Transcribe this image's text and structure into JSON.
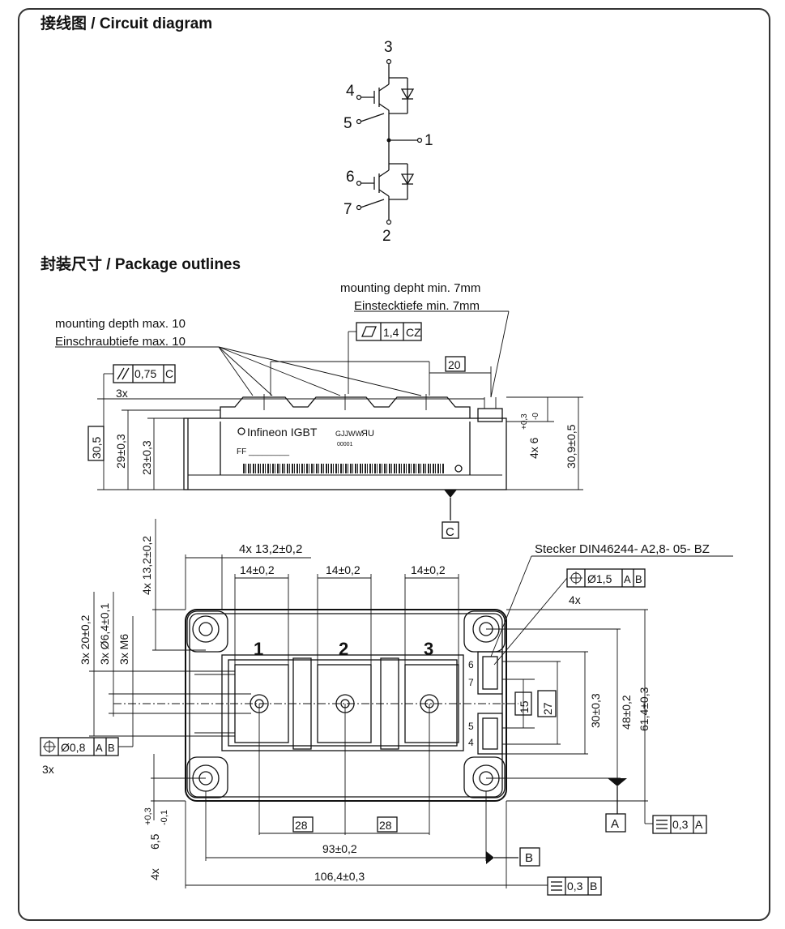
{
  "headings": {
    "circuit": "接线图 / Circuit diagram",
    "package": "封装尺寸 / Package outlines"
  },
  "circuit_pins": [
    "3",
    "4",
    "5",
    "1",
    "6",
    "7",
    "2"
  ],
  "side_view": {
    "mounting_depth_top_en": "mounting depht min. 7mm",
    "mounting_depth_top_de": "Einstecktiefe min. 7mm",
    "mounting_depth_en": "mounting depth max. 10",
    "mounting_depth_de": "Einschraubtiefe max. 10",
    "flatness_value": "1,4",
    "flatness_ref": "CZ",
    "parallel_value": "0,75",
    "parallel_ref": "C",
    "count_3x": "3x",
    "dim_20": "20",
    "dim_30_5": "30,5",
    "dim_29": "29±0,3",
    "dim_23": "23±0,3",
    "dim_6": "4x 6",
    "dim_6_tol_upper": "+0,3",
    "dim_6_tol_lower": "-0",
    "dim_30_9": "30,9±0,5",
    "datum_c": "C",
    "brand": "Infineon IGBT",
    "code1": "GJJWW",
    "code2": "00001",
    "marking": "FF _________"
  },
  "top_view": {
    "dim_4x_13_2": "4x 13,2±0,2",
    "dim_4x_13_2_vert": "4x 13,2±0,2",
    "dim_14": "14±0,2",
    "connector": "Stecker DIN46244- A2,8- 05- BZ",
    "pos_diam": "Ø1,5",
    "pos_ref_a": "A",
    "pos_ref_b": "B",
    "count_4x": "4x",
    "dim_3x_20": "3x 20±0,2",
    "dim_3x_6_4": "3x Ø6,4±0,1",
    "dim_3x_m6": "3x M6",
    "pos2_diam": "Ø0,8",
    "count_3x": "3x",
    "terminal_1": "1",
    "terminal_2": "2",
    "terminal_3": "3",
    "pin_6": "6",
    "pin_7": "7",
    "pin_5": "5",
    "pin_4": "4",
    "dim_15": "15",
    "dim_27": "27",
    "dim_30": "30±0,3",
    "dim_48": "48±0,2",
    "dim_61_4": "61,4±0,3",
    "dim_6_5": "6,5",
    "dim_6_5_tol_upper": "+0,3",
    "dim_6_5_tol_lower": "-0,1",
    "count_4x_b": "4x",
    "dim_28": "28",
    "dim_93": "93±0,2",
    "dim_106_4": "106,4±0,3",
    "datum_a": "A",
    "datum_b": "B",
    "flat_a_value": "0,3",
    "flat_a_ref": "A",
    "flat_b_value": "0,3",
    "flat_b_ref": "B"
  }
}
